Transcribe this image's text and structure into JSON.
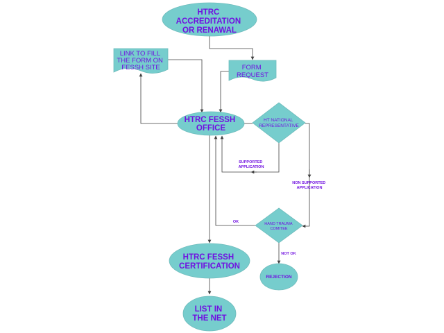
{
  "nodes": {
    "accreditation": [
      "HTRC",
      "ACCREDITATION",
      "OR RENAWAL"
    ],
    "link_form": [
      "LINK TO FILL",
      "THE FORM ON",
      "FESSH SITE"
    ],
    "form_request": [
      "FORM",
      "REQUEST"
    ],
    "fessh_office": [
      "HTRC FESSH",
      "OFFICE"
    ],
    "national_rep": [
      "HT NATIONAL",
      "REPRESENTATIVE"
    ],
    "hand_trauma": [
      "HAND TRAUMA",
      "COMITEE"
    ],
    "certification": [
      "HTRC FESSH",
      "CERTIFICATION"
    ],
    "rejection": [
      "REJECTION"
    ],
    "list_net": [
      "LIST IN",
      "THE NET"
    ]
  },
  "edge_labels": {
    "supported": [
      "SUPPORTED",
      "APPLICATION"
    ],
    "non_supported": [
      "NON SUPPORTED",
      "APPLICATION"
    ],
    "ok": "OK",
    "not_ok": "NOT OK"
  },
  "colors": {
    "shape_fill": "#76cdcd",
    "label_text": "#7010e0",
    "edge_line": "#404040"
  }
}
